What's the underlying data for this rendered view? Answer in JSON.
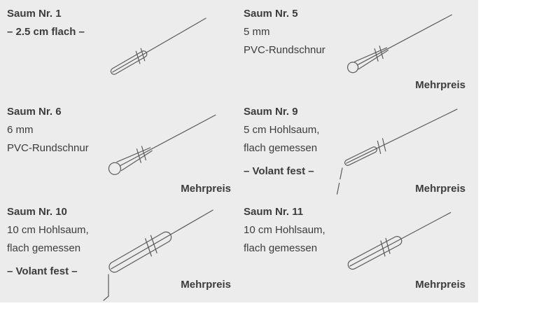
{
  "colors": {
    "page_background": "#ffffff",
    "panel_background": "#ececec",
    "text": "#3c3c3c",
    "line": "#5a5a5a"
  },
  "panels": [
    {
      "title": "Saum Nr. 1",
      "emphasis": "– 2.5 cm flach –",
      "lines": [],
      "mehrpreis": ""
    },
    {
      "title": "Saum Nr. 5",
      "emphasis": "",
      "lines": [
        "5 mm",
        "PVC-Rundschnur"
      ],
      "mehrpreis": "Mehrpreis"
    },
    {
      "title": "Saum Nr. 6",
      "emphasis": "",
      "lines": [
        "6 mm",
        "PVC-Rundschnur"
      ],
      "mehrpreis": "Mehrpreis"
    },
    {
      "title": "Saum Nr. 9",
      "emphasis": "– Volant fest –",
      "lines": [
        "5 cm Hohlsaum,",
        "flach gemessen"
      ],
      "mehrpreis": "Mehrpreis"
    },
    {
      "title": "Saum Nr. 10",
      "emphasis": "– Volant fest –",
      "lines": [
        "10 cm Hohlsaum,",
        "flach gemessen"
      ],
      "mehrpreis": "Mehrpreis"
    },
    {
      "title": "Saum Nr. 11",
      "emphasis": "",
      "lines": [
        "10 cm Hohlsaum,",
        "flach gemessen"
      ],
      "mehrpreis": "Mehrpreis"
    }
  ]
}
